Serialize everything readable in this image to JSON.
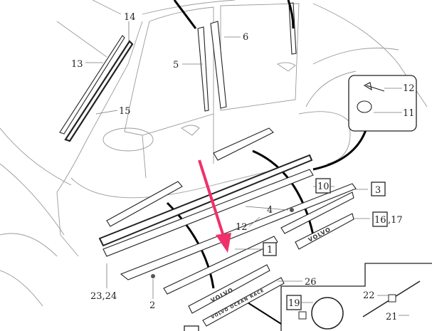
{
  "diagram": {
    "title": "Exploded view of Volvo side door trim, mouldings and illuminated sill plates",
    "labels": {
      "l14": "14",
      "l13": "13",
      "l5": "5",
      "l6": "6",
      "l15": "15",
      "l12a": "12",
      "l11": "11",
      "l10": "10",
      "l3": "3",
      "l4": "4",
      "l12b": "12",
      "l1": "1",
      "l16": "16",
      "l17": ",17",
      "l26": "26",
      "l19": "19",
      "l22": "22",
      "l21": "21",
      "l2324": "23,24",
      "l2": "2"
    },
    "sill_logo_text": "VOLVO",
    "sill_sub_text": "VOLVO OCEAN RACE",
    "colors": {
      "highlight_arrow": "#f0306a",
      "line": "#222222"
    }
  }
}
